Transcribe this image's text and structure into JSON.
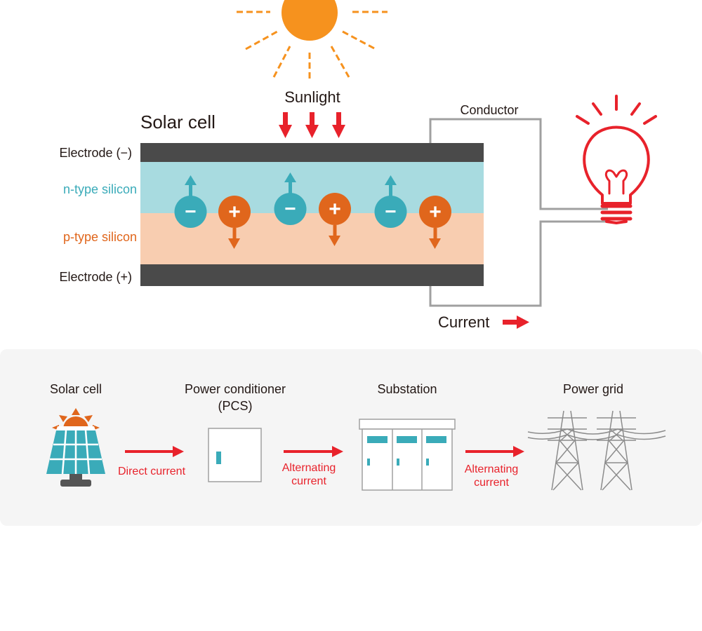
{
  "top": {
    "sunlight_label": "Sunlight",
    "solar_cell_title": "Solar cell",
    "conductor_label": "Conductor",
    "current_label": "Current",
    "layers": {
      "electrode_negative": "Electrode (−)",
      "n_type": "n-type silicon",
      "p_type": "p-type silicon",
      "electrode_positive": "Electrode (+)"
    },
    "charges": {
      "negative_symbol": "−",
      "positive_symbol": "+"
    }
  },
  "bottom": {
    "stages": [
      {
        "label": "Solar cell"
      },
      {
        "label": "Power conditioner",
        "sublabel": "(PCS)"
      },
      {
        "label": "Substation"
      },
      {
        "label": "Power grid"
      }
    ],
    "flows": [
      {
        "line1": "Direct current",
        "line2": ""
      },
      {
        "line1": "Alternating",
        "line2": "current"
      },
      {
        "line1": "Alternating",
        "line2": "current"
      }
    ]
  },
  "colors": {
    "sun": "#f6921e",
    "arrow_red": "#e8222b",
    "electrode": "#4a4a4a",
    "n_layer": "#a8dbe0",
    "p_layer": "#f8cdb0",
    "electron": "#3aabb9",
    "hole": "#e0661c",
    "wire": "#a0a0a0",
    "panel_bg": "#f5f5f5",
    "bulb": "#e8222b"
  }
}
